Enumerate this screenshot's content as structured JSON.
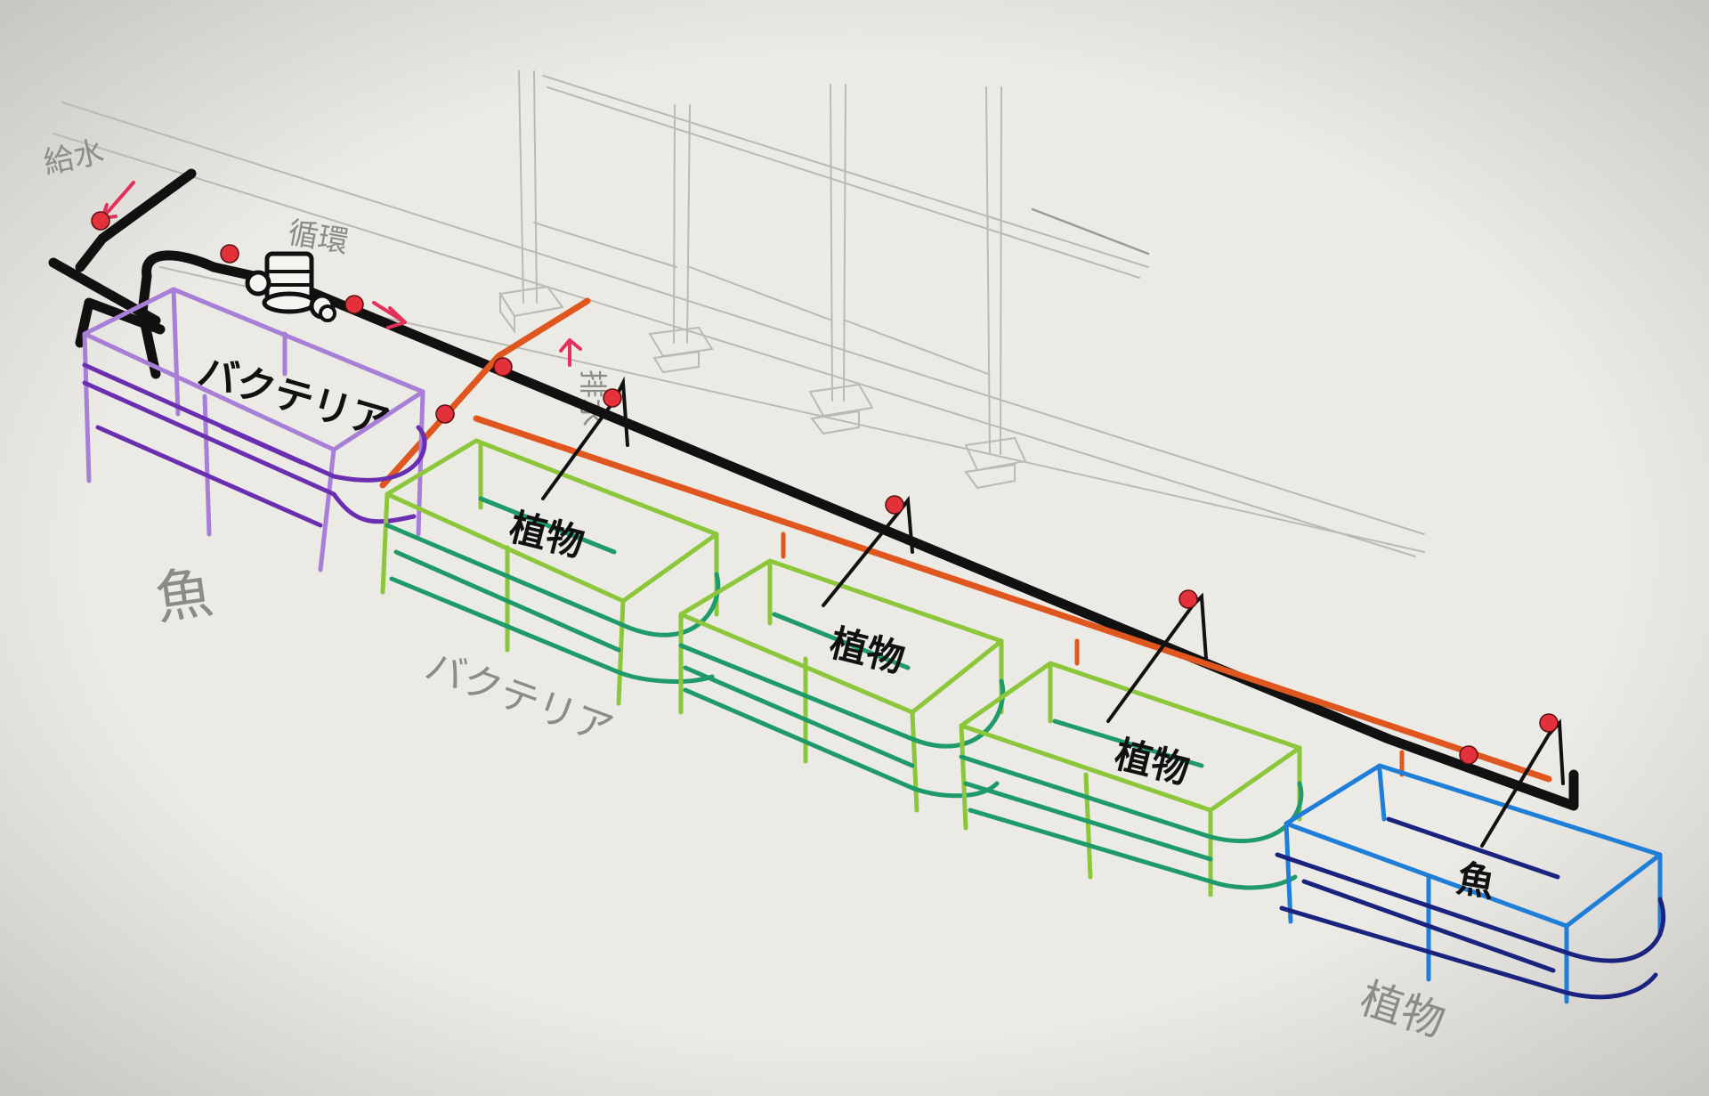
{
  "labels": {
    "water_supply": "給水",
    "circulation": "循環",
    "drainage": "排水",
    "tank1_top": "バクテリア",
    "tank1_bottom": "魚",
    "tank2_top": "植物",
    "tank2_bottom": "バクテリア",
    "tank3_top": "植物",
    "tank4_top": "植物",
    "tank5_top": "魚",
    "tank5_bottom": "植物"
  },
  "colors": {
    "paper": "#ebeae5",
    "pipe_main": "#111111",
    "pipe_drain": "#e0561f",
    "valve": "#e2313a",
    "arrow": "#e2315a",
    "tank_bacteria_top": "#a77fd6",
    "tank_bacteria_bottom": "#6a2fb0",
    "tank_plant_top": "#8cc63a",
    "tank_plant_bottom": "#1f9a6a",
    "tank_fish_top": "#1f7fd8",
    "tank_fish_bottom": "#1a237e"
  }
}
